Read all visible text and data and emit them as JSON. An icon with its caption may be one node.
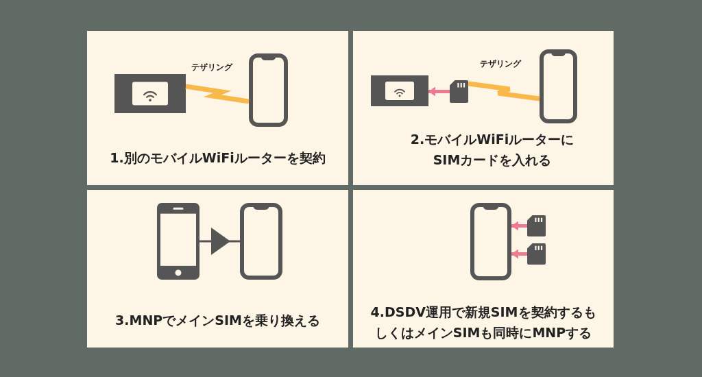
{
  "diagram": {
    "nodes": [
      {
        "text": [
          "1.別のモバイルWiFiルーターを契約"
        ]
      },
      {
        "text": [],
        "shape": "router",
        "in": 0
      },
      {
        "text": [],
        "shape": "phone",
        "in": 0
      },
      {
        "text": [
          "2.モバイルWiFiルーターにSIMカードを入れる"
        ]
      },
      {
        "text": [],
        "shape": "router",
        "in": 3
      },
      {
        "text": [],
        "shape": "card",
        "in": 3
      },
      {
        "text": [],
        "shape": "phone",
        "in": 3
      },
      {
        "text": [
          "3.MNPでメインSIMを乗り換える"
        ]
      },
      {
        "text": [],
        "shape": "phone",
        "in": 7
      },
      {
        "text": [],
        "shape": "phone",
        "in": 7
      },
      {
        "text": [
          "4.DSDV運用で新規SIMを契約するもしくはメインSIMも同時にMNPする"
        ]
      },
      {
        "text": [],
        "shape": "phone",
        "in": 10
      },
      {
        "text": [],
        "shape": "card",
        "in": 10
      },
      {
        "text": [],
        "shape": "card",
        "in": 10
      }
    ],
    "edges": [
      {
        "from": 1,
        "to": 2,
        "arrow": "none",
        "label": "テザリング",
        "color": "#f9b84a"
      },
      {
        "from": 5,
        "to": 4,
        "arrow": "to",
        "color": "#ec7a93"
      },
      {
        "from": 5,
        "to": 6,
        "arrow": "none",
        "label": "テザリング",
        "color": "#f9b84a"
      },
      {
        "from": 8,
        "to": 9,
        "arrow": "to",
        "color": "#555555"
      },
      {
        "from": 12,
        "to": 11,
        "arrow": "to",
        "color": "#ec7a93"
      },
      {
        "from": 13,
        "to": 11,
        "arrow": "to",
        "color": "#ec7a93"
      }
    ]
  }
}
